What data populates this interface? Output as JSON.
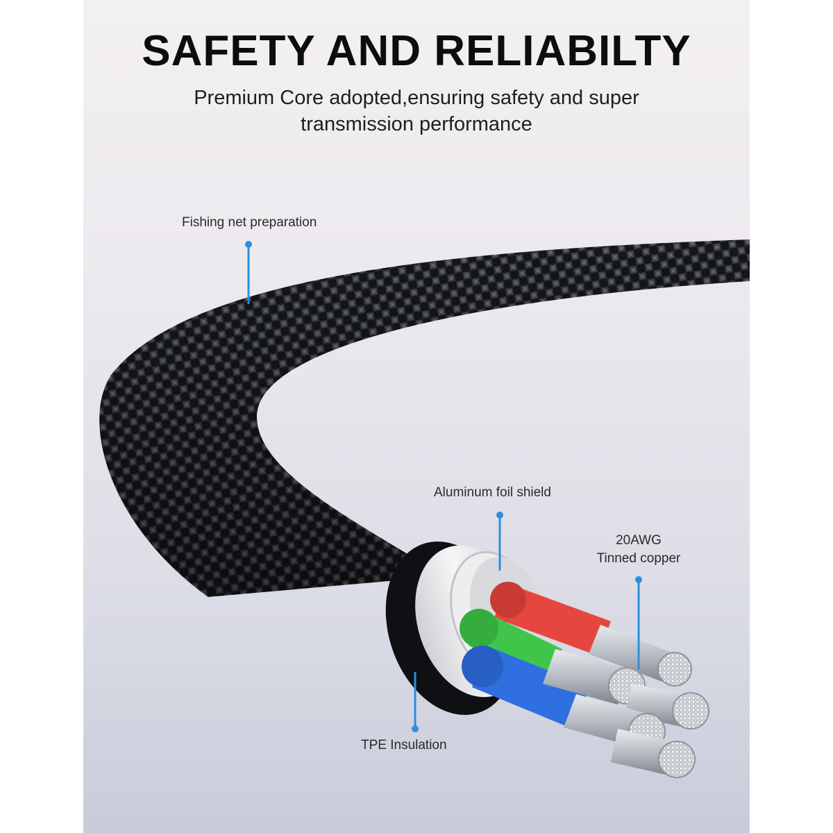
{
  "header": {
    "title": "SAFETY AND RELIABILTY",
    "subtitle_line1": "Premium Core adopted,ensuring safety and super",
    "subtitle_line2": "transmission performance"
  },
  "callouts": {
    "braid": "Fishing net preparation",
    "foil": "Aluminum foil shield",
    "copper_line1": "20AWG",
    "copper_line2": "Tinned copper",
    "insulation": "TPE Insulation"
  },
  "colors": {
    "leader_line": "#2b8fe0",
    "braid": "#1b1c20",
    "insulation": "#e6e6e8",
    "wire_red": "#e5473f",
    "wire_green": "#3fc64a",
    "wire_blue": "#2f6fe0",
    "copper_strand": "#c9ccd2"
  }
}
